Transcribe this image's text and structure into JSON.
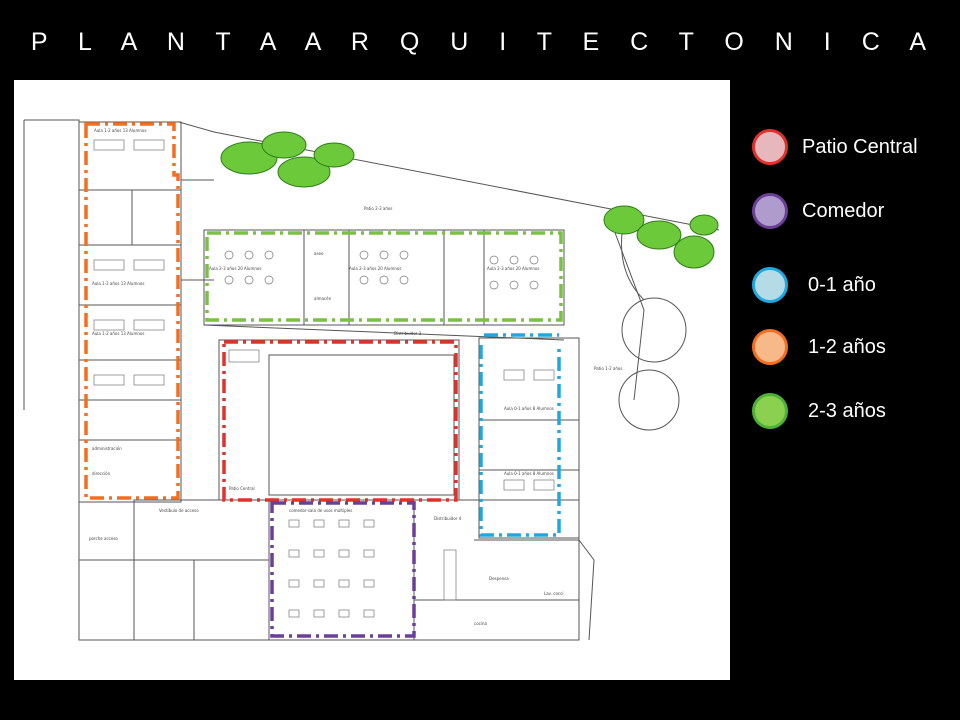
{
  "title": "P L A N T A   A R Q U I T E C T O N I C A",
  "legend": [
    {
      "label": "Patio Central",
      "fill": "#e6b8bd",
      "stroke": "#e0312b"
    },
    {
      "label": "Comedor",
      "fill": "#b09ccc",
      "stroke": "#6b3f98"
    },
    {
      "label": "0-1 año",
      "fill": "#b5dce6",
      "stroke": "#1fa8df"
    },
    {
      "label": "1-2 años",
      "fill": "#f7b98a",
      "stroke": "#f36f1f"
    },
    {
      "label": "2-3 años",
      "fill": "#8cd050",
      "stroke": "#4cb336"
    }
  ],
  "colors": {
    "patio": "#e0312b",
    "comedor": "#6b3f98",
    "infant": "#1fa8df",
    "toddler": "#f36f1f",
    "preschool": "#7ac143",
    "tree": "#6cc93a"
  },
  "rooms": {
    "aula_12_a": "Aula 1-2 años 13 Alumnos",
    "aula_12_b": "Aula 1-2 años 13 Alumnos",
    "aula_12_c": "Aula 1-2 años 13 Alumnos",
    "aula_23_a": "Aula 2-3 años 20 Alumnos",
    "aula_23_b": "Aula 2-3 años 20 Alumnos",
    "aula_23_c": "Aula 2-3 años 20 Alumnos",
    "aseo": "aseo",
    "almacen": "almacén",
    "distribuidor_3": "Distribuidor 3",
    "patio_23": "Patio 2-3 años",
    "patio_12": "Patio 1-2 años",
    "patio_central": "Patio Central",
    "aula_01_a": "Aula 0-1 años 8 Alumnos",
    "aula_01_b": "Aula 0-1 años 8 Alumnos",
    "comedor": "comedor-sala de usos múltiples",
    "distribuidor_4": "Distribuidor 4",
    "vestibulo": "Vestíbulo de acceso",
    "direccion": "dirección",
    "administracion": "administración",
    "cocina": "cocina",
    "porche": "porche acceso",
    "despensa": "Despensa",
    "lavanderia": "Lav. cocci"
  }
}
